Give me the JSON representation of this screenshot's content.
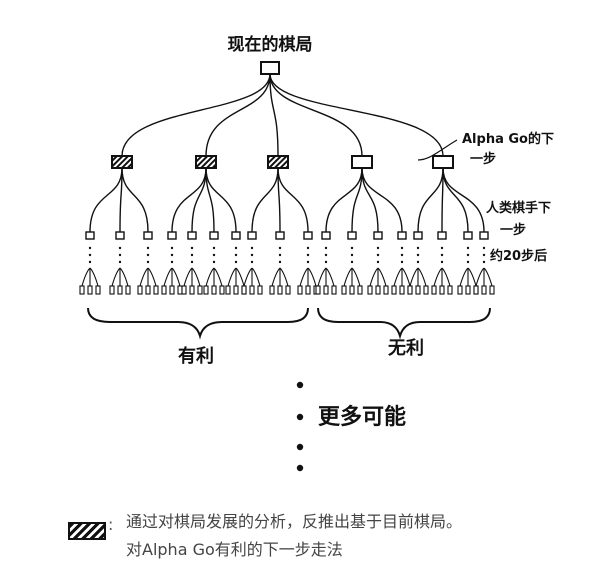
{
  "labels": {
    "current_position": "现在的棋局",
    "alphago_next_move": [
      "Alpha Go的下",
      "一步"
    ],
    "human_next_move": [
      "人类棋手下",
      "一步"
    ],
    "after_20_moves": "约20步后",
    "favorable": "有利",
    "unfavorable": "无利",
    "more_possibilities": "更多可能"
  },
  "legend": {
    "swatch_icon": "hatched-box-icon",
    "colon": ":",
    "line1": "通过对棋局发展的分析，反推出基于目前棋局。",
    "line2": "对Alpha Go有利的下一步走法"
  },
  "tree": {
    "level1": [
      {
        "type": "hatched"
      },
      {
        "type": "hatched"
      },
      {
        "type": "hatched"
      },
      {
        "type": "blank"
      },
      {
        "type": "blank"
      }
    ],
    "colors": {
      "ink": "#111111",
      "paper": "#ffffff",
      "legend_text": "#444444"
    }
  }
}
